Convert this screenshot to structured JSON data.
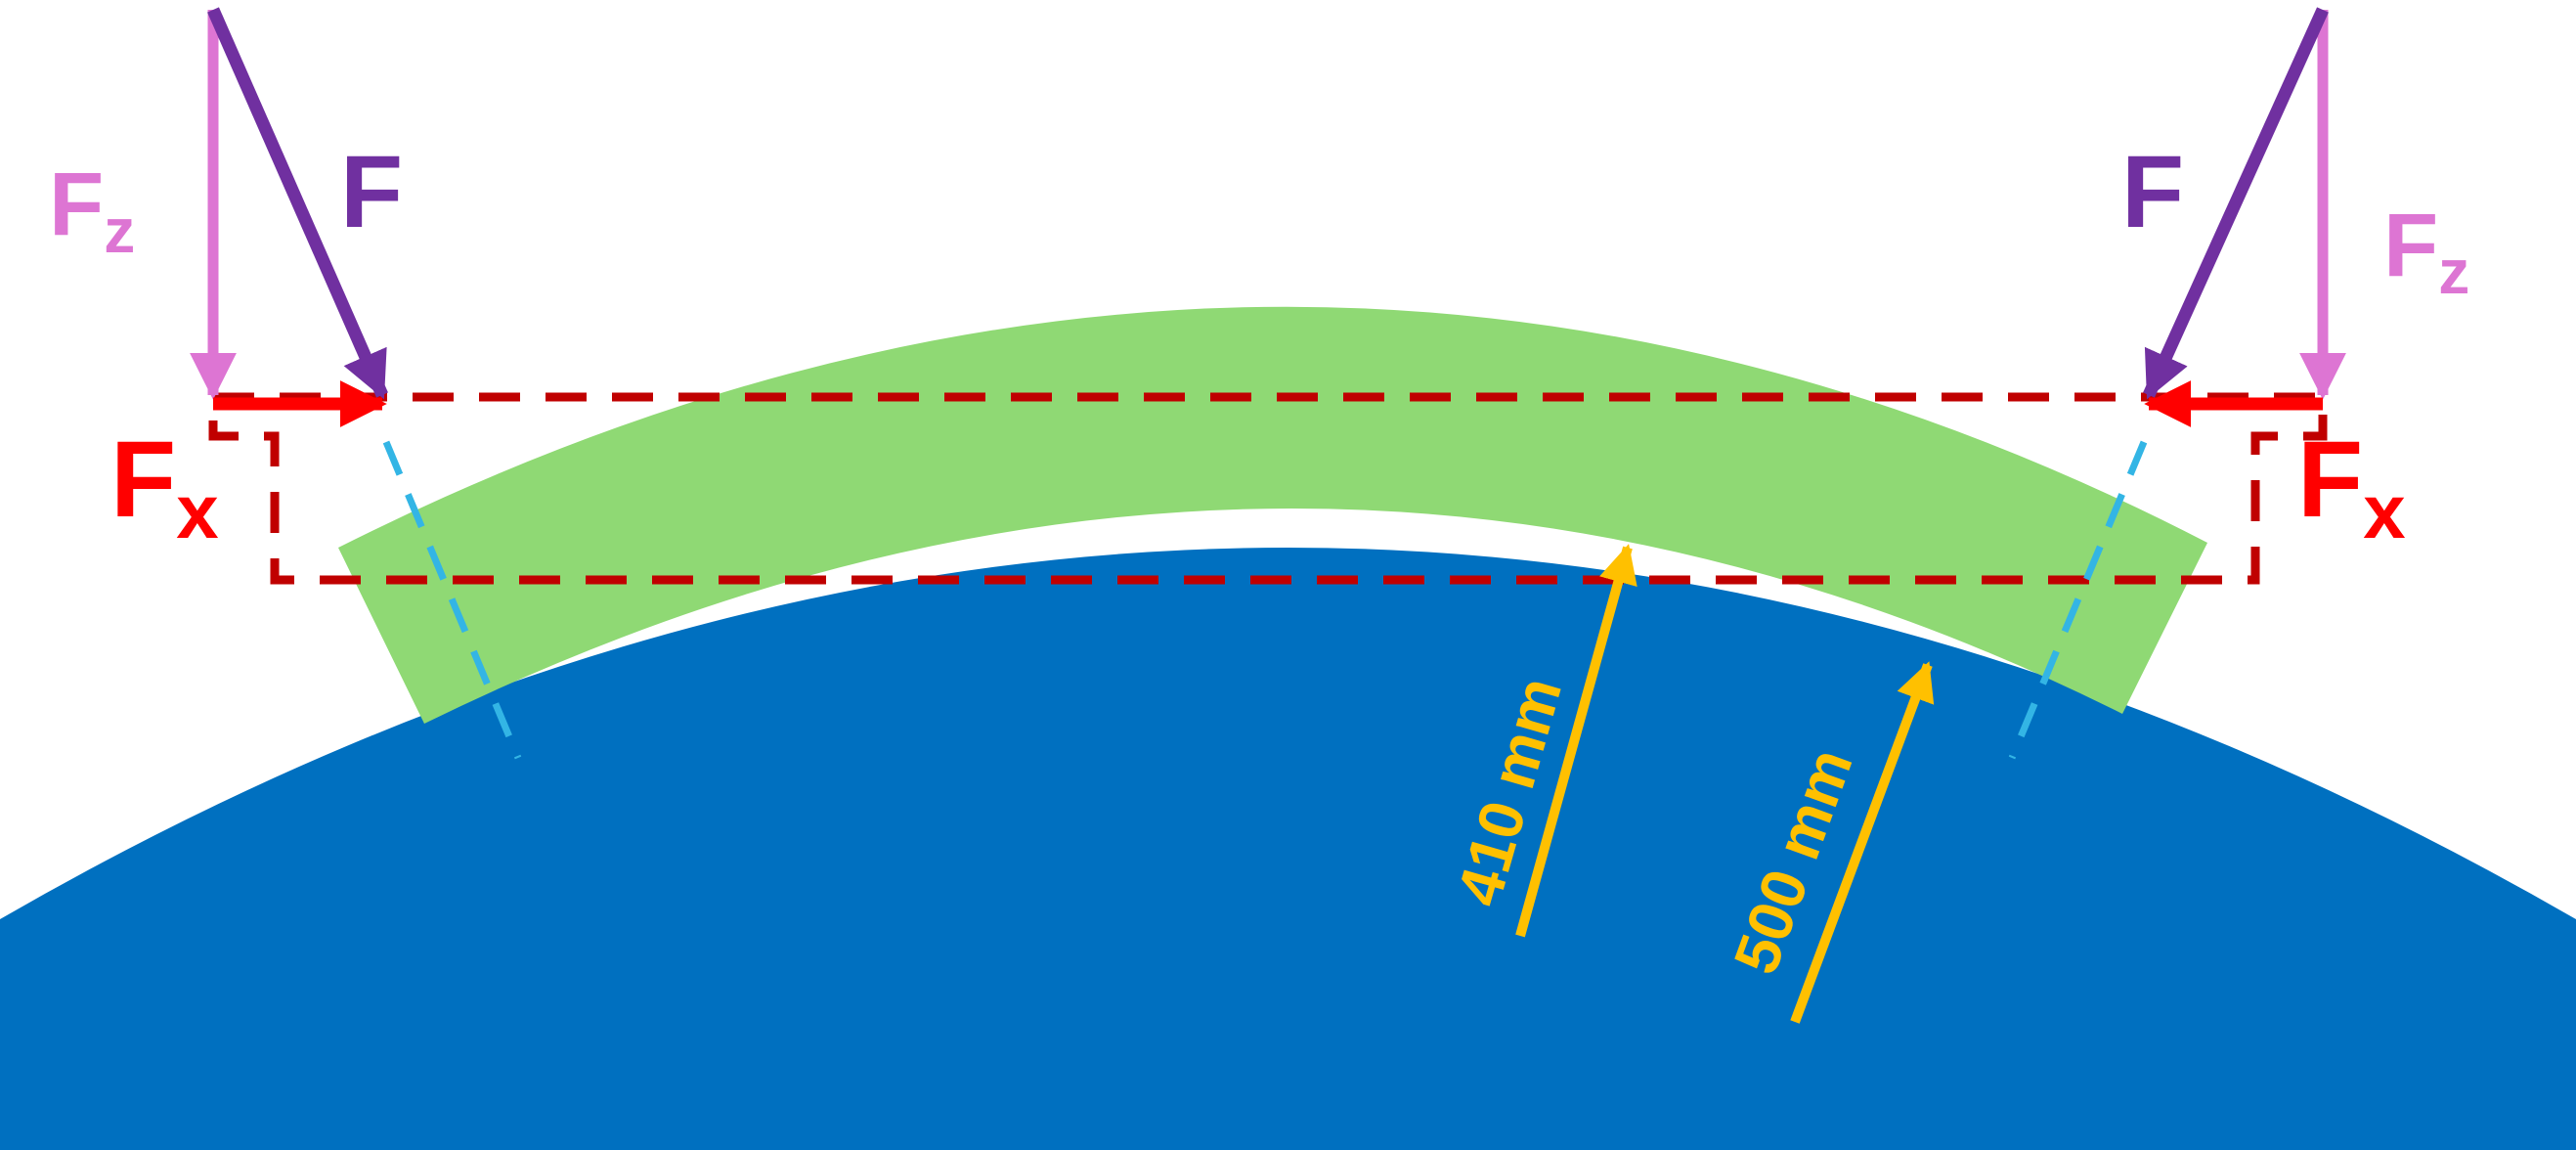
{
  "labels": {
    "force": "F",
    "force_z": "F",
    "force_z_sub": "z",
    "force_x": "F",
    "force_x_sub": "x"
  },
  "dimensions": {
    "inner_radius": "410 mm",
    "outer_radius": "500 mm"
  },
  "colors": {
    "background": "#ffffff",
    "sphere": "#0070c0",
    "shell": "#8fd974",
    "force": "#7030a0",
    "force_z": "#dd75d3",
    "force_x": "#ff0000",
    "dashed_box": "#c00000",
    "normal_line": "#33b5e5",
    "dimension_arrow": "#ffc000"
  }
}
